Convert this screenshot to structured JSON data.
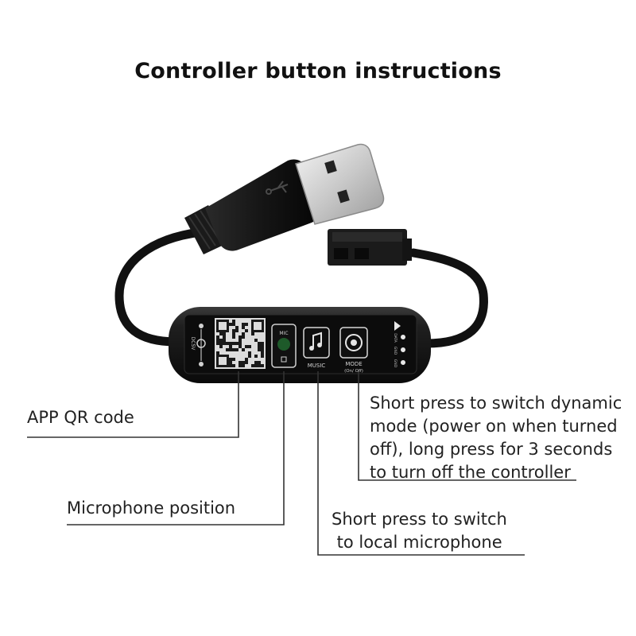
{
  "title": "Controller button instructions",
  "labels": {
    "qr": "APP QR code",
    "mic_position": "Microphone position",
    "local_mic": [
      "Short press to switch",
      " to local microphone"
    ],
    "mode": [
      "Short press to switch dynamic",
      "mode (power on when turned",
      "off), long press for 3 seconds",
      "to turn off the controller"
    ]
  },
  "device_print": {
    "mic_label": "MIC",
    "music_label": "MUSIC",
    "mode_label": "MODE",
    "mode_sub": "(On/ Off)",
    "dc_label": "DC5V",
    "pin_labels": [
      "DATA",
      "GND",
      "GND"
    ]
  },
  "colors": {
    "device_body": "#1c1c1c",
    "panel": "#0c0c0c",
    "button_border": "#d8d8d8",
    "mic_led": "#1e5a2a",
    "line": "#333333"
  },
  "icons": {
    "music_button": "music-note-icon",
    "mode_button": "cycle-icon",
    "mic_symbol": "microphone-icon",
    "play_marker": "triangle-icon"
  }
}
